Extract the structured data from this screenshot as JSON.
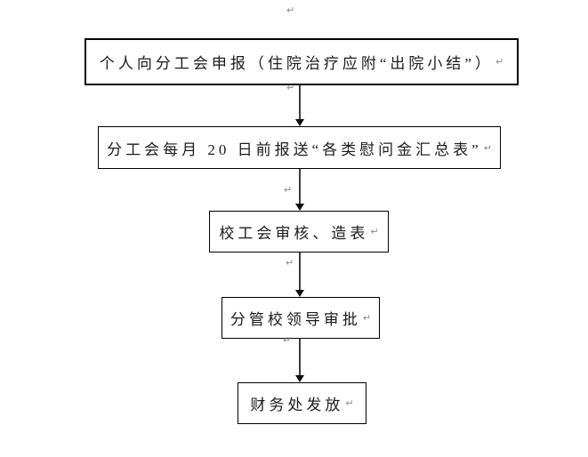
{
  "page": {
    "background_color": "#ffffff",
    "paragraph_mark": "↵",
    "paragraph_mark_color": "#8a8a8a"
  },
  "flowchart": {
    "type": "flowchart",
    "direction": "top-down",
    "box_border_color": "#000000",
    "text_color": "#1c1c1c",
    "connector_color": "#3d3d3d",
    "steps": [
      {
        "label": "个人向分工会申报（住院治疗应附“出院小结”）"
      },
      {
        "label": "分工会每月 20 日前报送“各类慰问金汇总表”"
      },
      {
        "label": "校工会审核、造表"
      },
      {
        "label": "分管校领导审批"
      },
      {
        "label": "财务处发放"
      }
    ]
  }
}
